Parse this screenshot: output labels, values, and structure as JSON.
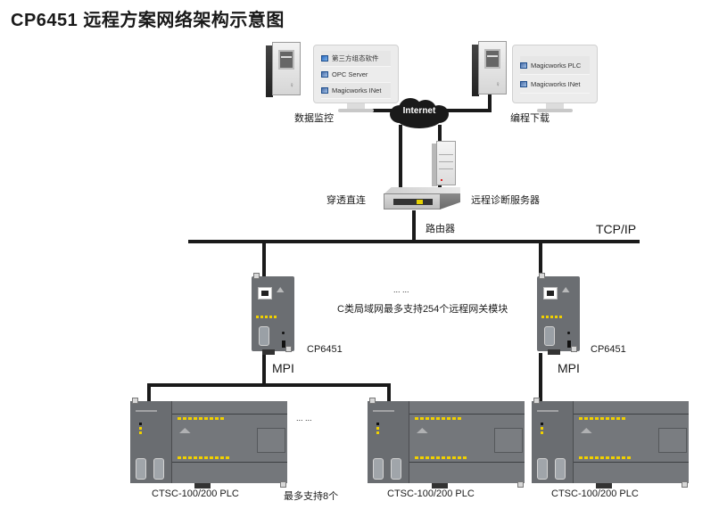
{
  "title": "CP6451 远程方案网络架构示意图",
  "top_left_station": {
    "label": "数据监控",
    "software": [
      {
        "icon": "app-icon",
        "name": "第三方组态软件"
      },
      {
        "icon": "app-icon",
        "name": "OPC Server"
      },
      {
        "icon": "app-icon",
        "name": "Magicworks INet"
      }
    ]
  },
  "top_right_station": {
    "label": "编程下载",
    "software": [
      {
        "icon": "app-icon",
        "name": "Magicworks PLC"
      },
      {
        "icon": "app-icon",
        "name": "Magicworks INet"
      }
    ]
  },
  "internet": {
    "label": "Internet"
  },
  "left_link_label": "穿透直连",
  "server_label": "远程诊断服务器",
  "router_label": "路由器",
  "network_label": "TCP/IP",
  "gateway_note": {
    "ellipsis": "... ...",
    "text": "C类局域网最多支持254个远程网关模块"
  },
  "gateways": [
    {
      "label": "CP6451",
      "bus_label": "MPI"
    },
    {
      "label": "CP6451",
      "bus_label": "MPI"
    }
  ],
  "plcs": [
    {
      "label": "CTSC-100/200 PLC"
    },
    {
      "label": "CTSC-100/200 PLC"
    },
    {
      "label": "CTSC-100/200 PLC"
    }
  ],
  "plc_note": {
    "ellipsis": "... ...",
    "text": "最多支持8个"
  },
  "colors": {
    "line": "#1a1a1a",
    "device_gray": "#6b6e72",
    "led_yellow": "#f0d000"
  }
}
